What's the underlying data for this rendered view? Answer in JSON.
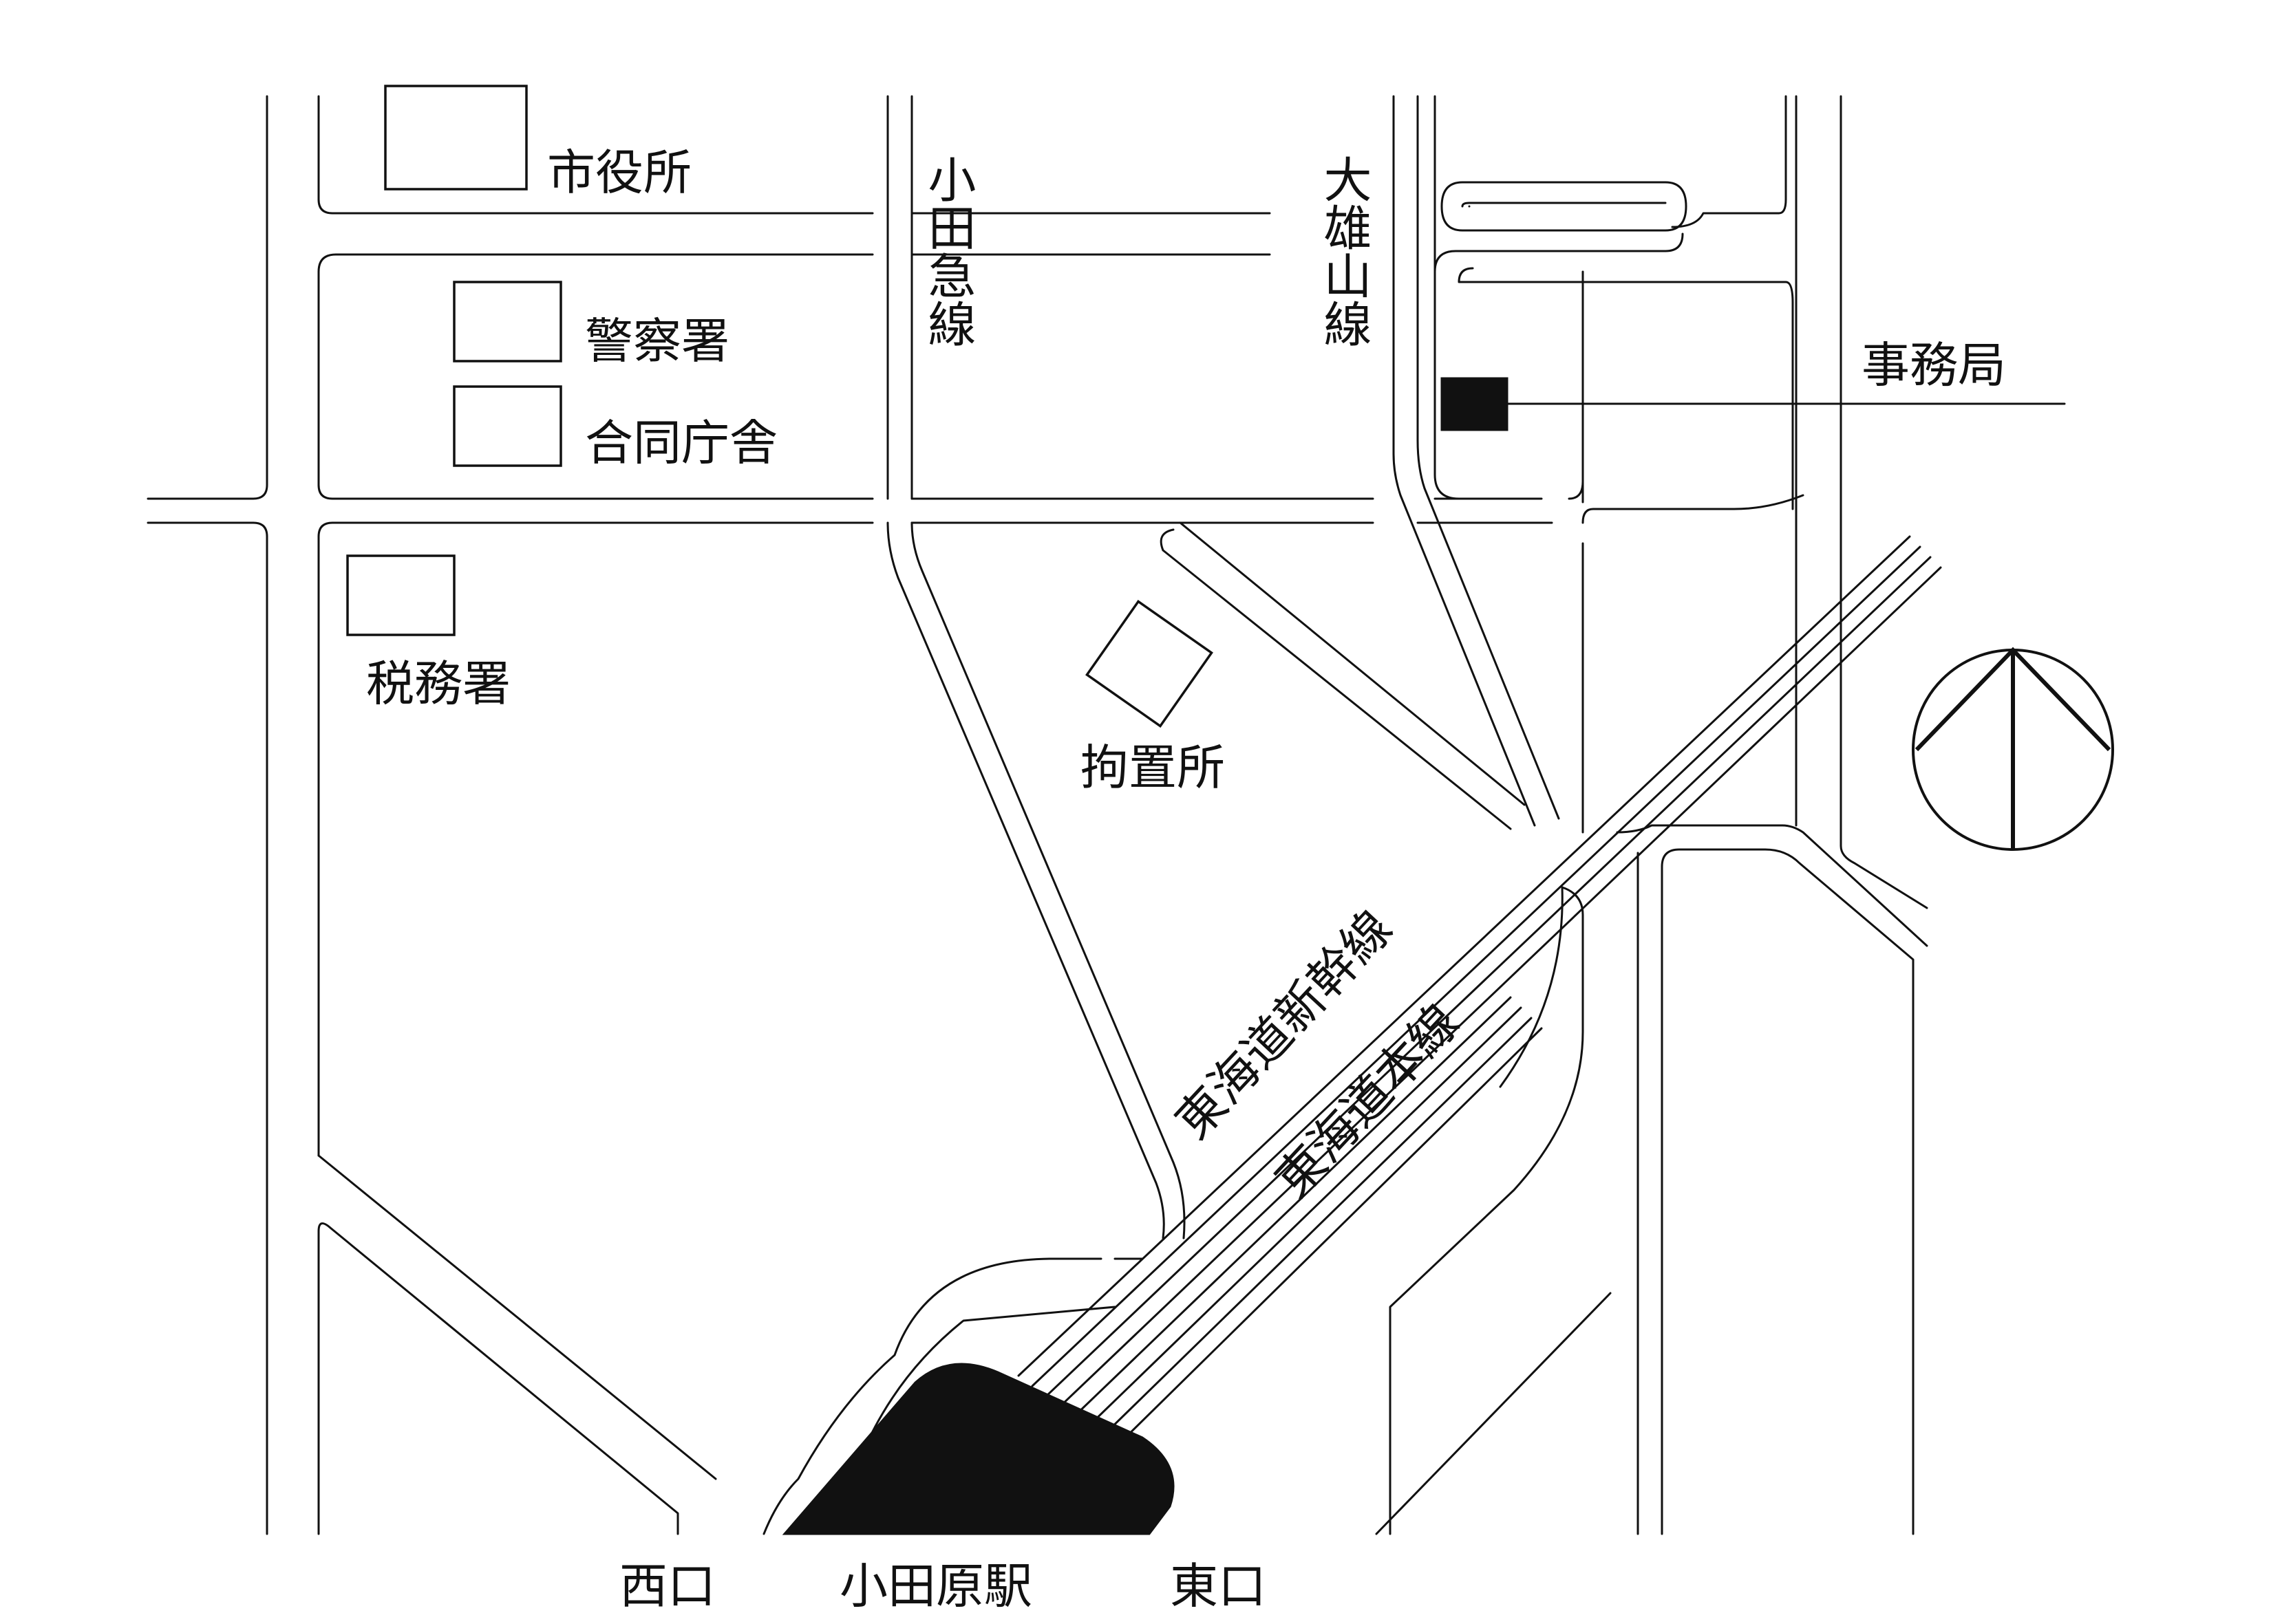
{
  "labels": {
    "city_hall": "市役所",
    "police": "警察署",
    "joint_gov": "合同庁舎",
    "tax_office": "税務署",
    "detention": "拘置所",
    "odakyu": "小田急線",
    "daiyuzan": "大雄山線",
    "secretariat": "事務局",
    "shinkansen": "東海道新幹線",
    "honsen": "東海道本線",
    "west_exit": "西口",
    "station": "小田原駅",
    "east_exit": "東口"
  },
  "icons": {
    "north": "north-arrow-icon"
  },
  "colors": {
    "ink": "#111111",
    "background": "#ffffff"
  }
}
